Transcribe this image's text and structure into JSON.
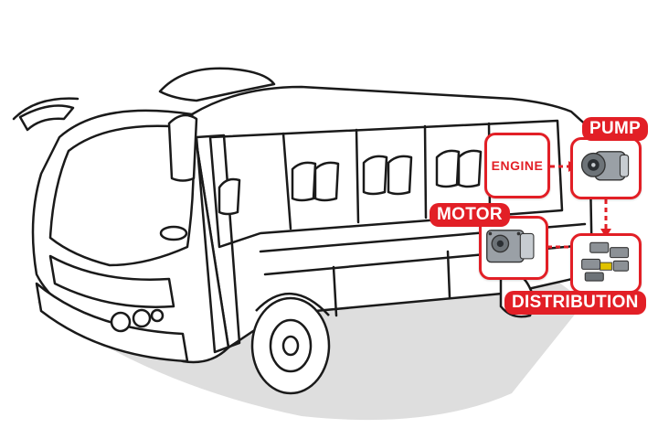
{
  "diagram": {
    "nodes": {
      "engine": {
        "label": "ENGINE"
      },
      "pump": {
        "label": "PUMP",
        "icon": "gear-pump-icon"
      },
      "motor": {
        "label": "MOTOR",
        "icon": "hydraulic-motor-icon"
      },
      "distribution": {
        "label": "DISTRIBUTION",
        "icon": "valve-block-icon"
      }
    },
    "flows": [
      {
        "from": "engine",
        "to": "pump",
        "style": "dashed-arrow"
      },
      {
        "from": "pump",
        "to": "distribution",
        "style": "dashed-arrow"
      },
      {
        "from": "distribution",
        "to": "motor",
        "style": "dashed-arrow"
      }
    ],
    "subject": "bus-line-drawing",
    "colors": {
      "accent": "#e21f26",
      "line": "#1a1a1a",
      "shadow": "#dcdcdc"
    }
  }
}
